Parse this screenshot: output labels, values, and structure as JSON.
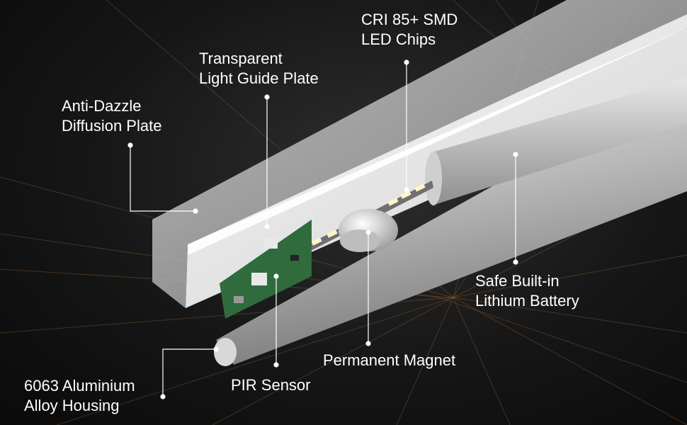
{
  "callouts": {
    "cri_chips": {
      "line1": "CRI 85+ SMD",
      "line2": "LED Chips"
    },
    "light_guide": {
      "line1": "Transparent",
      "line2": "Light Guide Plate"
    },
    "diffusion": {
      "line1": "Anti-Dazzle",
      "line2": "Diffusion Plate"
    },
    "battery": {
      "line1": "Safe Built-in",
      "line2": "Lithium Battery"
    },
    "magnet": {
      "line1": "Permanent Magnet"
    },
    "pir": {
      "line1": "PIR Sensor"
    },
    "housing": {
      "line1": "6063 Aluminium",
      "line2": "Alloy Housing"
    }
  },
  "colors": {
    "text": "#ffffff",
    "background": "#161616",
    "aluminium": "#c8c8c8",
    "pcb": "#2f6b3c",
    "led": "#fff6c8",
    "accent_lines": "#b06a2a"
  }
}
